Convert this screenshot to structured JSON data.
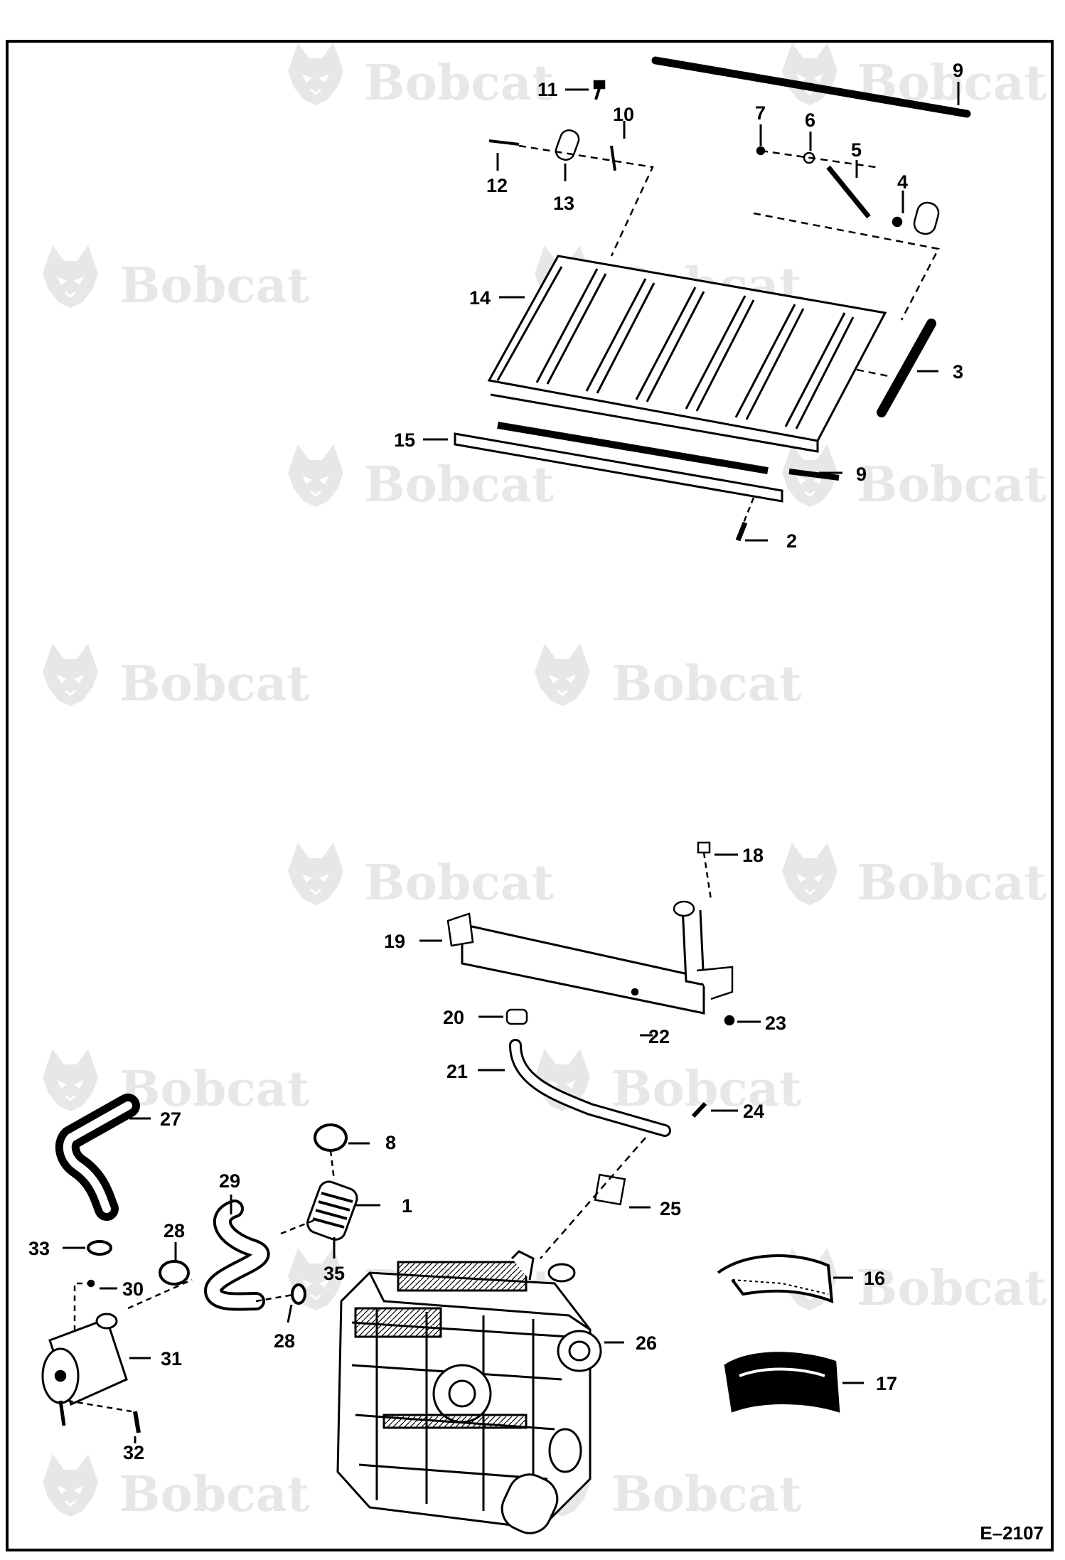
{
  "watermark": {
    "text": "Bobcat",
    "mark": "®",
    "icon": "bobcat-head-logo",
    "color": "#e7e7e7"
  },
  "figure_id": "E–2107",
  "callouts": {
    "c1": "1",
    "c2": "2",
    "c3": "3",
    "c4": "4",
    "c5": "5",
    "c6": "6",
    "c7": "7",
    "c8": "8",
    "c9a": "9",
    "c9b": "9",
    "c10": "10",
    "c11": "11",
    "c12": "12",
    "c13": "13",
    "c14": "14",
    "c15": "15",
    "c16": "16",
    "c17": "17",
    "c18": "18",
    "c19": "19",
    "c20": "20",
    "c21": "21",
    "c22": "22",
    "c23": "23",
    "c24": "24",
    "c25": "25",
    "c26": "26",
    "c27": "27",
    "c28a": "28",
    "c28b": "28",
    "c29": "29",
    "c30": "30",
    "c31": "31",
    "c32": "32",
    "c33": "33",
    "c35": "35"
  }
}
